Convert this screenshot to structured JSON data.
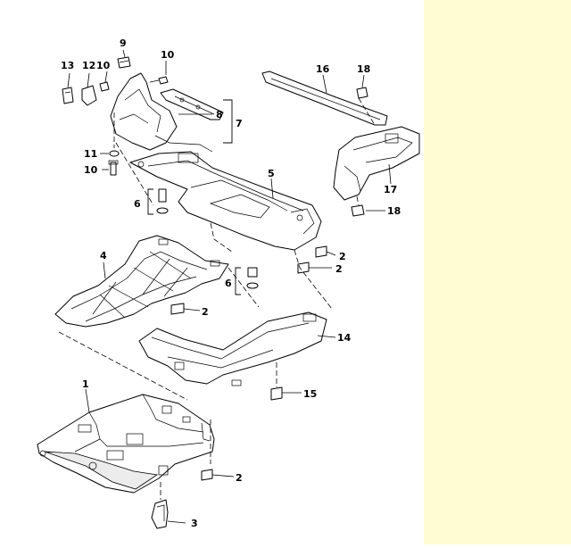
{
  "colors": {
    "canvas_background": "#ffffff",
    "margin_background": "#fffcd4",
    "line": "#000000"
  },
  "callouts": {
    "c1": "1",
    "c2a": "2",
    "c2b": "2",
    "c2c": "2",
    "c2d": "2",
    "c3": "3",
    "c4": "4",
    "c5": "5",
    "c6a": "6",
    "c6b": "6",
    "c7": "7",
    "c8": "8",
    "c9": "9",
    "c10a": "10",
    "c10b": "10",
    "c10c": "10",
    "c11": "11",
    "c12": "12",
    "c13": "13",
    "c14": "14",
    "c15": "15",
    "c16": "16",
    "c17": "17",
    "c18a": "18",
    "c18b": "18"
  }
}
